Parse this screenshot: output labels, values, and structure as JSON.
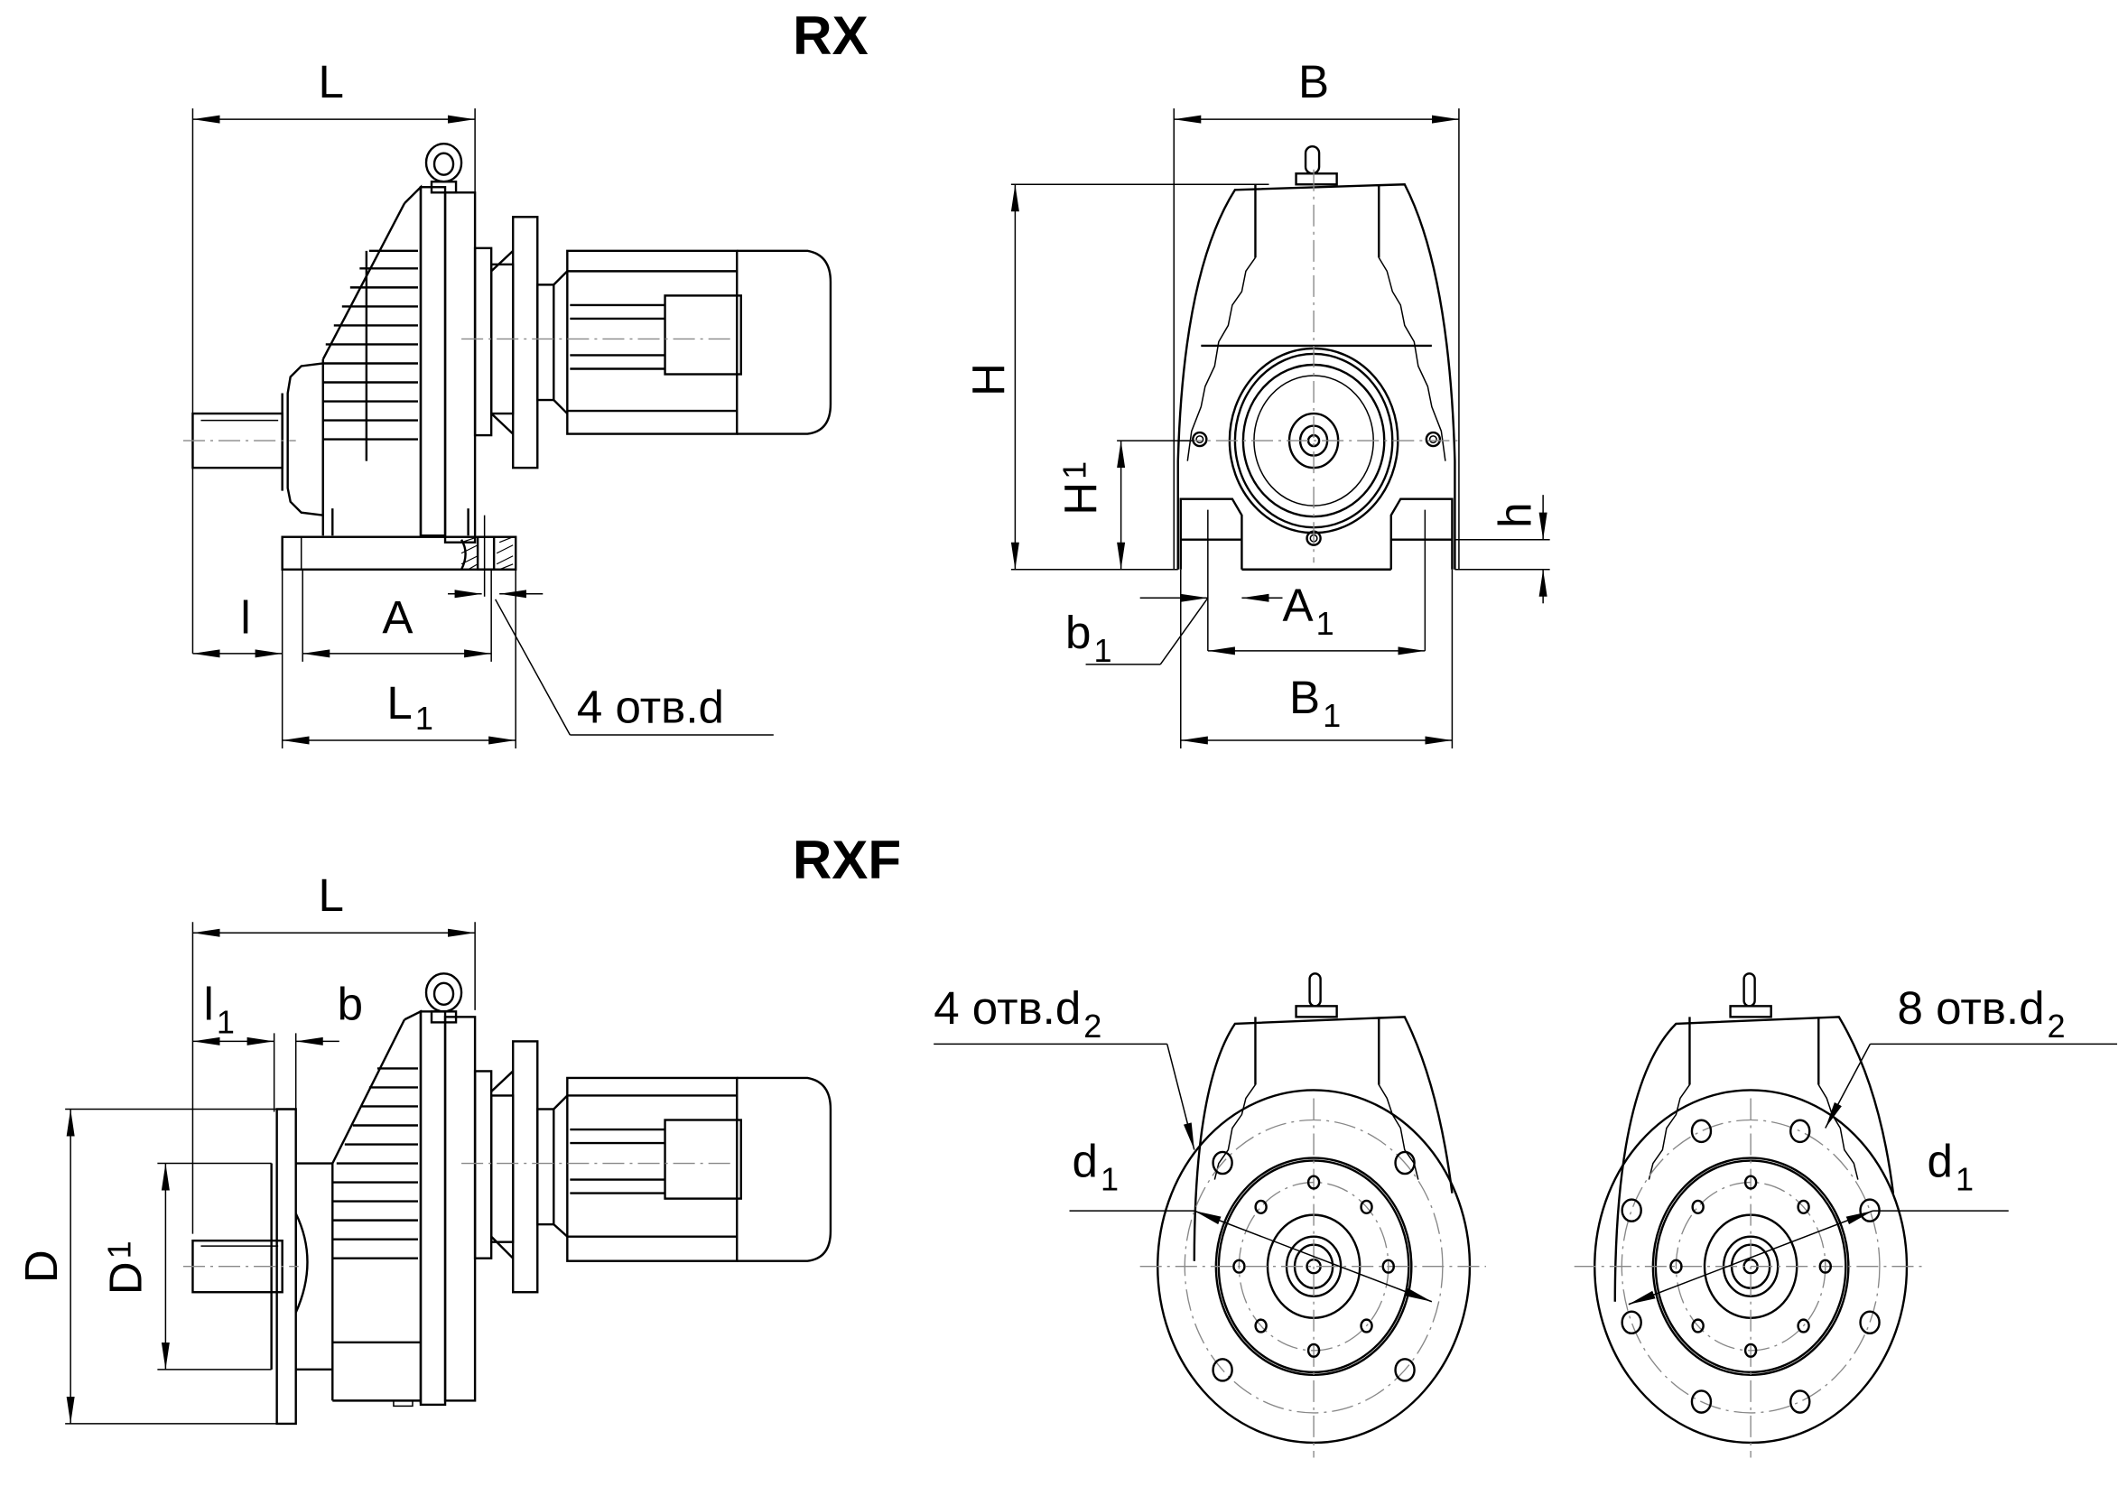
{
  "drawing": {
    "views": [
      {
        "id": "rx",
        "title": "RX",
        "side_view": {
          "labels": {
            "L": "L",
            "l": "l",
            "A": "A",
            "L1_main": "L",
            "L1_sub": "1",
            "holes": "4 отв.d"
          }
        },
        "front_view": {
          "labels": {
            "B": "B",
            "H": "H",
            "H1_main": "H",
            "H1_sub": "1",
            "h": "h",
            "b1_main": "b",
            "b1_sub": "1",
            "A1_main": "A",
            "A1_sub": "1",
            "B1_main": "B",
            "B1_sub": "1"
          }
        }
      },
      {
        "id": "rxf",
        "title": "RXF",
        "side_view": {
          "labels": {
            "L": "L",
            "l1_main": "l",
            "l1_sub": "1",
            "b": "b",
            "D": "D",
            "D1_main": "D",
            "D1_sub": "1"
          }
        },
        "flange_view_4": {
          "labels": {
            "holes_main": "4 отв.d",
            "holes_sub": "2",
            "d1_main": "d",
            "d1_sub": "1"
          },
          "hole_count": 4
        },
        "flange_view_8": {
          "labels": {
            "holes_main": "8 отв.d",
            "holes_sub": "2",
            "d1_main": "d",
            "d1_sub": "1"
          },
          "hole_count": 8
        }
      }
    ]
  }
}
